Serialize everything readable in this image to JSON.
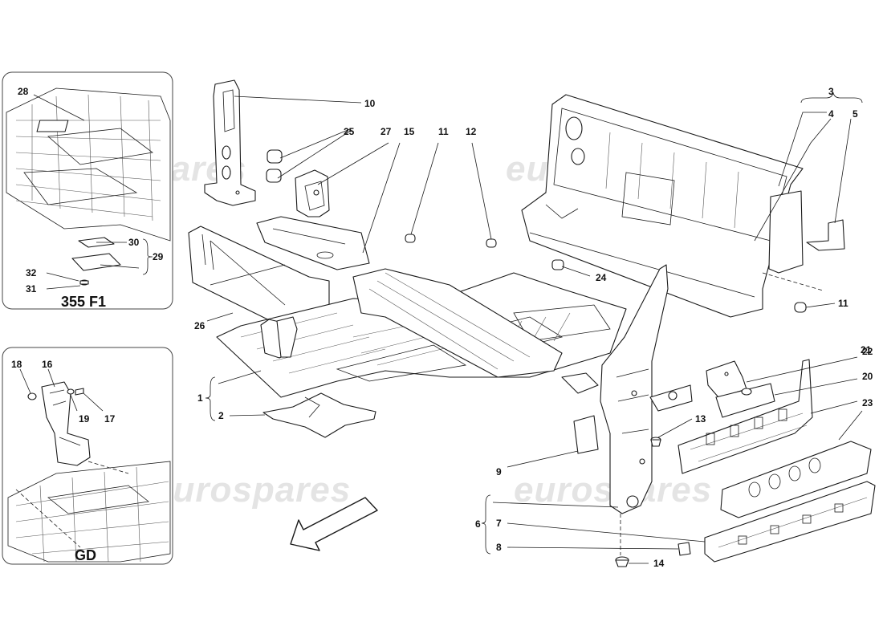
{
  "insets": {
    "top": {
      "title": "355 F1"
    },
    "bottom": {
      "title": "GD"
    }
  },
  "watermark": {
    "text": "eurospares"
  },
  "callouts": {
    "c1": "1",
    "c2": "2",
    "c3": "3",
    "c4": "4",
    "c5": "5",
    "c6": "6",
    "c7": "7",
    "c8": "8",
    "c9": "9",
    "c10": "10",
    "c11a": "11",
    "c11b": "11",
    "c12": "12",
    "c13": "13",
    "c14": "14",
    "c15": "15",
    "c16": "16",
    "c17": "17",
    "c18": "18",
    "c19": "19",
    "c20": "20",
    "c21": "21",
    "c22": "22",
    "c23": "23",
    "c24": "24",
    "c25": "25",
    "c26": "26",
    "c27": "27",
    "c28": "28",
    "c29": "29",
    "c30": "30",
    "c31": "31",
    "c32": "32"
  },
  "colors": {
    "line": "#1a1a1a",
    "watermark": "#e4e4e4",
    "background": "#ffffff"
  }
}
